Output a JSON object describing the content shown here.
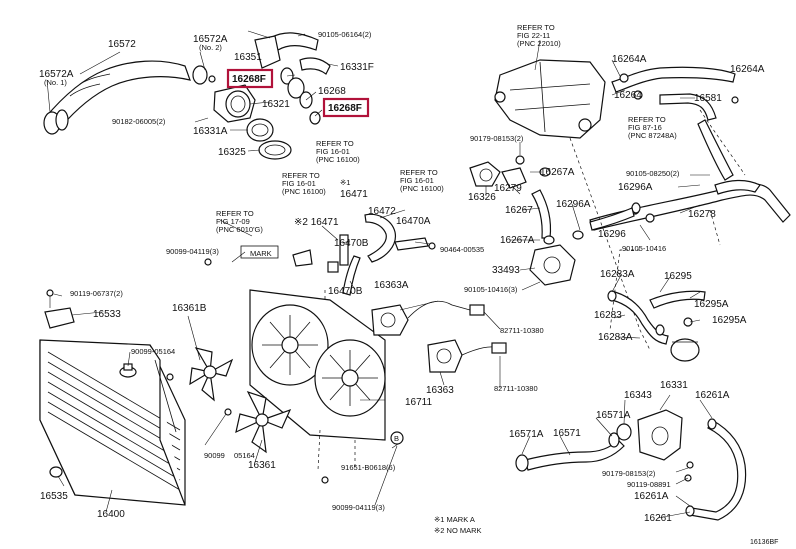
{
  "diagram": {
    "highlighted": [
      "16268F",
      "16268F"
    ],
    "labels": {
      "l16572": "16572",
      "l16572A_top": "16572A",
      "l16572A_top_sub": "(No. 2)",
      "l16572A_left": "16572A",
      "l16572A_left_sub": "(No. 1)",
      "l16351": "16351",
      "l90105_06164": "90105-06164(2)",
      "l16331F": "16331F",
      "l16268F_a": "16268F",
      "l16268": "16268",
      "l16321": "16321",
      "l16268F_b": "16268F",
      "l90182": "90182-06005(2)",
      "l16331A": "16331A",
      "l16325": "16325",
      "ref_16_01_a_1": "REFER TO",
      "ref_16_01_a_2": "FIG 16-01",
      "ref_16_01_a_3": "(PNC 16100)",
      "ref_22_11_1": "REFER TO",
      "ref_22_11_2": "FIG 22-11",
      "ref_22_11_3": "(PNC 22010)",
      "l16264A_a": "16264A",
      "l16264A_b": "16264A",
      "l16264": "16264",
      "l16581": "16581",
      "ref_87_16_1": "REFER TO",
      "ref_87_16_2": "FIG 87-16",
      "ref_87_16_3": "(PNC 87248A)",
      "l90179_08153_a": "90179-08153(2)",
      "l16267A_a": "16267A",
      "l16279": "16279",
      "l16326": "16326",
      "ref_16_01_b_1": "REFER TO",
      "ref_16_01_b_2": "FIG 16-01",
      "ref_16_01_b_3": "(PNC 16100)",
      "l16296A_a": "16296A",
      "l16267": "16267",
      "l16296": "16296",
      "l90105_08250": "90105-08250(2)",
      "l16296A_b": "16296A",
      "l16278": "16278",
      "l90105_10416_a": "90105-10416",
      "l16267A_b": "16267A",
      "l33493": "33493",
      "l90105_10416_b": "90105-10416(3)",
      "ref_16_01_c_1": "REFER TO",
      "ref_16_01_c_2": "FIG 16-01",
      "ref_16_01_c_3": "(PNC 16100)",
      "l16471_star1": "※1",
      "l16471": "16471",
      "l16472": "16472",
      "l16470A": "16470A",
      "l16470B": "16470B",
      "l90464": "90464-00535",
      "ref_17_09_1": "REFER TO",
      "ref_17_09_2": "FIG 17-09",
      "ref_17_09_3": "(PNC 6010'G)",
      "l16471_star2": "※2 16471",
      "l90099_04119_a": "90099-04119(3)",
      "mark_box": "MARK",
      "l16470B_b": "16470B",
      "l16363A": "16363A",
      "l90119": "90119-06737(2)",
      "l16533": "16533",
      "l16361B": "16361B",
      "l82711_a": "82711-10380",
      "l90099_05164_a": "90099-05164",
      "l16363": "16363",
      "l82711_b": "82711-10380",
      "l16711": "16711",
      "l90099_05164_b1": "90099",
      "l90099_05164_b2": "05164",
      "l16361": "16361",
      "l91651": "91651-B0618(6)",
      "l90099_04119_b": "90099-04119(3)",
      "l16535": "16535",
      "l16400": "16400",
      "l16283A_a": "16283A",
      "l16295": "16295",
      "l16295A_a": "16295A",
      "l16283": "16283",
      "l16295A_b": "16295A",
      "l16283A_b": "16283A",
      "l16331": "16331",
      "l16343": "16343",
      "l16261A_a": "16261A",
      "l16571A_a": "16571A",
      "l16571A_b": "16571A",
      "l16571": "16571",
      "l90179_08153_b": "90179-08153(2)",
      "l90119_08891": "90119-08891",
      "l16261A_b": "16261A",
      "l16261": "16261",
      "callout_b": "B",
      "legend_1": "※1 MARK A",
      "legend_2": "※2 NO MARK",
      "figure_code": "16136BF"
    }
  }
}
